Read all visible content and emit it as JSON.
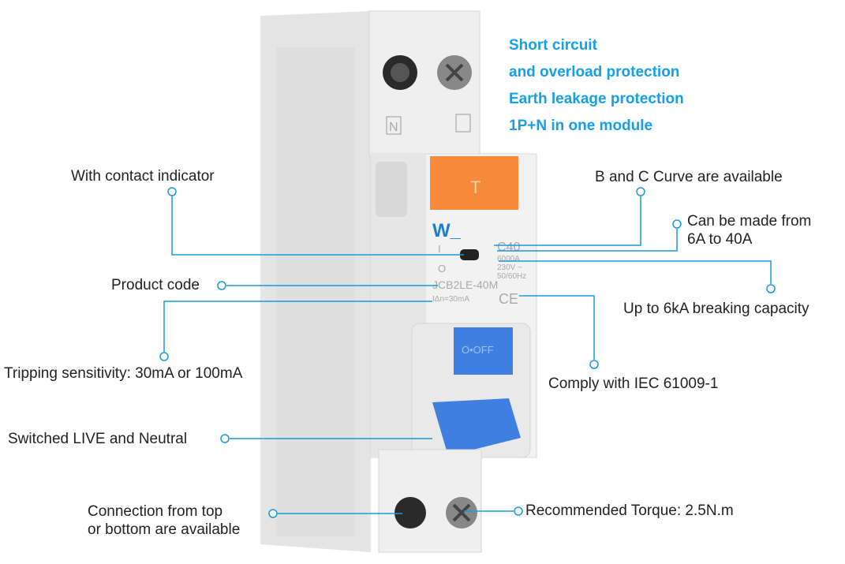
{
  "headline": [
    "Short circuit",
    "and overload protection",
    "Earth leakage  protection",
    "1P+N in one module"
  ],
  "callouts": {
    "contact_indicator": "With contact indicator",
    "curve": "B and C Curve are available",
    "rating_line1": "Can be made from",
    "rating_line2": "6A to 40A",
    "product_code": "Product code",
    "breaking": "Up to 6kA breaking capacity",
    "tripping": "Tripping sensitivity: 30mA or 100mA",
    "iec": "Comply with IEC 61009-1",
    "switched": "Switched LIVE and Neutral",
    "connection_line1": "Connection from top",
    "connection_line2": "or bottom are available",
    "torque": "Recommended  Torque: 2.5N.m"
  },
  "device": {
    "test_button": "T",
    "curve_rating": "C40",
    "breaking_capacity": "6000A",
    "voltage": "230V ~",
    "frequency": "50/60Hz",
    "model": "JCB2LE-40M",
    "sensitivity": "IΔn=30mA",
    "handle_text": "O•OFF",
    "on_mark": "I",
    "off_mark": "O",
    "terminal_mark": "N"
  },
  "colors": {
    "accent": "#14a0e8",
    "line": "#1a9ad6",
    "test_button": "#f7893a",
    "handle": "#3f7fe0"
  }
}
